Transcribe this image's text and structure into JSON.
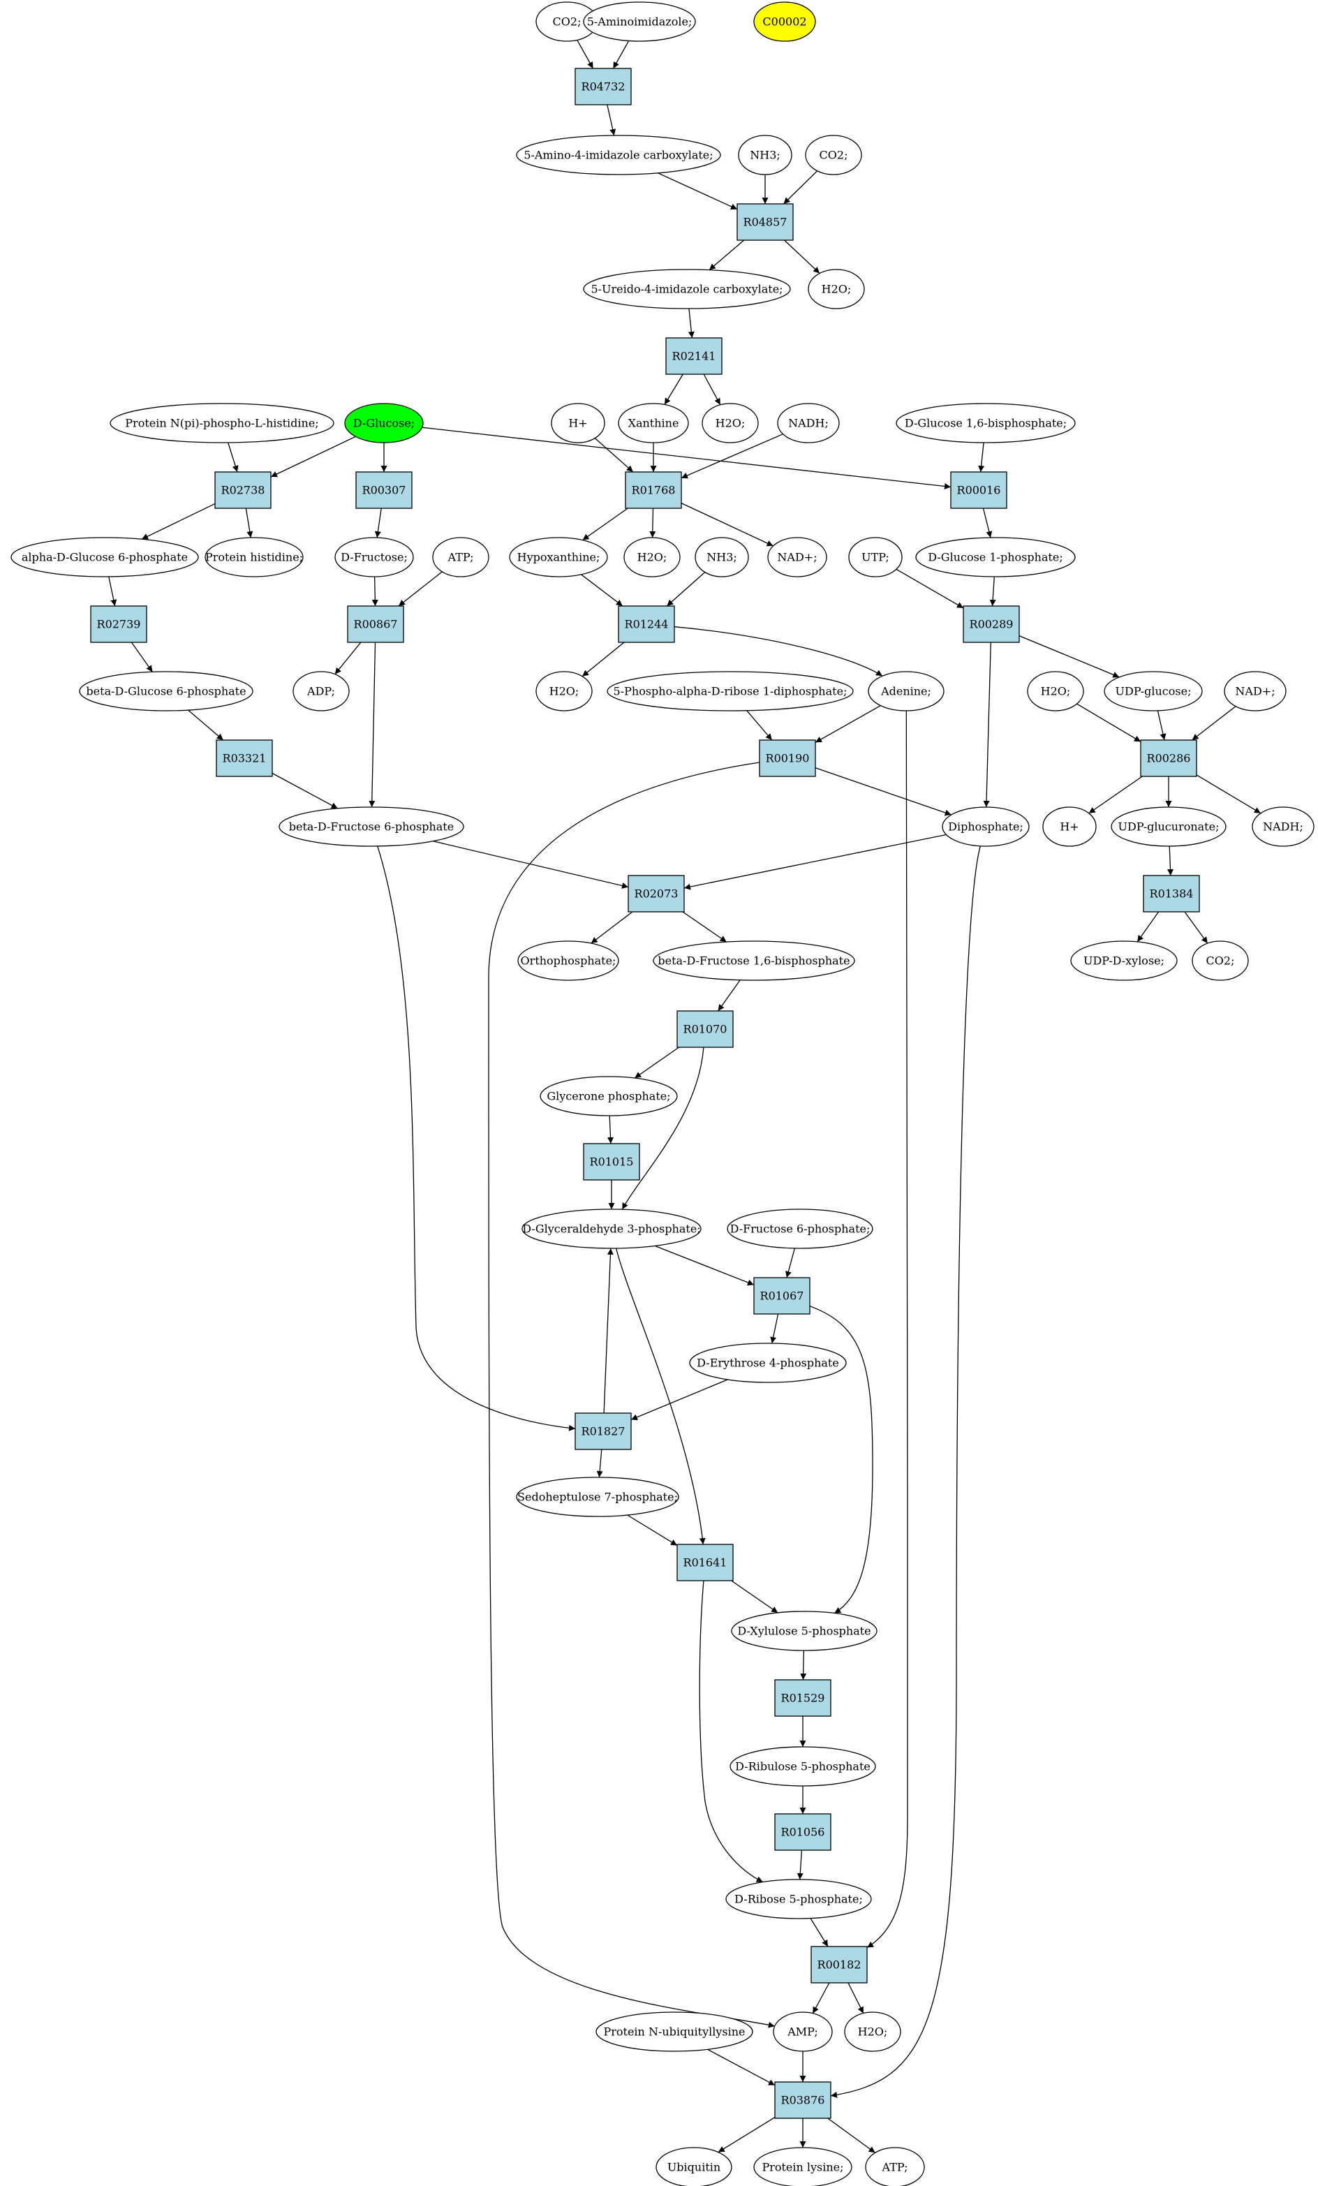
{
  "colors": {
    "reaction_fill": "#add8e6",
    "metabolite_fill": "#ffffff",
    "highlight_green": "#00ff00",
    "highlight_yellow": "#ffff00",
    "stroke": "#000000"
  },
  "metabolites": {
    "m_co2_a": "CO2;",
    "m_aminoimidazole": "5-Aminoimidazole;",
    "m_c00002": "C00002",
    "m_aica": "5-Amino-4-imidazole carboxylate;",
    "m_nh3_a": "NH3;",
    "m_co2_b": "CO2;",
    "m_ureido": "5-Ureido-4-imidazole carboxylate;",
    "m_h2o_a": "H2O;",
    "m_h2o_b": "H2O;",
    "m_protein_nphis": "Protein N(pi)-phospho-L-histidine;",
    "m_dglucose": "D-Glucose;",
    "m_hplus_a": "H+",
    "m_xanthine": "Xanthine",
    "m_nadh_a": "NADH;",
    "m_glc16bp": "D-Glucose 1,6-bisphosphate;",
    "m_a_g6p": "alpha-D-Glucose 6-phosphate",
    "m_protein_his": "Protein histidine;",
    "m_dfructose": "D-Fructose;",
    "m_atp_a": "ATP;",
    "m_hypoxanthine": "Hypoxanthine;",
    "m_h2o_c": "H2O;",
    "m_nh3_b": "NH3;",
    "m_nadplus_a": "NAD+;",
    "m_utp": "UTP;",
    "m_g1p": "D-Glucose 1-phosphate;",
    "m_b_g6p": "beta-D-Glucose 6-phosphate",
    "m_adp": "ADP;",
    "m_h2o_d": "H2O;",
    "m_prpp": "5-Phospho-alpha-D-ribose 1-diphosphate;",
    "m_adenine": "Adenine;",
    "m_h2o_e": "H2O;",
    "m_udpglucose": "UDP-glucose;",
    "m_nadplus_b": "NAD+;",
    "m_b_f6p": "beta-D-Fructose 6-phosphate",
    "m_diphosphate": "Diphosphate;",
    "m_hplus_b": "H+",
    "m_udpglucuronate": "UDP-glucuronate;",
    "m_nadh_b": "NADH;",
    "m_orthophosphate": "Orthophosphate;",
    "m_b_fbp": "beta-D-Fructose 1,6-bisphosphate",
    "m_udpxylose": "UDP-D-xylose;",
    "m_co2_c": "CO2;",
    "m_dhap": "Glycerone phosphate;",
    "m_g3p": "D-Glyceraldehyde 3-phosphate;",
    "m_f6p": "D-Fructose 6-phosphate;",
    "m_e4p": "D-Erythrose 4-phosphate",
    "m_s7p": "Sedoheptulose 7-phosphate;",
    "m_x5p": "D-Xylulose 5-phosphate",
    "m_ru5p": "D-Ribulose 5-phosphate",
    "m_r5p": "D-Ribose 5-phosphate;",
    "m_protein_ubk": "Protein N-ubiquityllysine",
    "m_amp": "AMP;",
    "m_h2o_f": "H2O;",
    "m_ubiquitin": "Ubiquitin",
    "m_protein_lys": "Protein lysine;",
    "m_atp_b": "ATP;"
  },
  "reactions": {
    "r04732": "R04732",
    "r04857": "R04857",
    "r02141": "R02141",
    "r02738": "R02738",
    "r00307": "R00307",
    "r01768": "R01768",
    "r00016": "R00016",
    "r02739": "R02739",
    "r00867": "R00867",
    "r01244": "R01244",
    "r00289": "R00289",
    "r03321": "R03321",
    "r00190": "R00190",
    "r00286": "R00286",
    "r02073": "R02073",
    "r01384": "R01384",
    "r01070": "R01070",
    "r01015": "R01015",
    "r01067": "R01067",
    "r01827": "R01827",
    "r01641": "R01641",
    "r01529": "R01529",
    "r01056": "R01056",
    "r00182": "R00182",
    "r03876": "R03876"
  }
}
